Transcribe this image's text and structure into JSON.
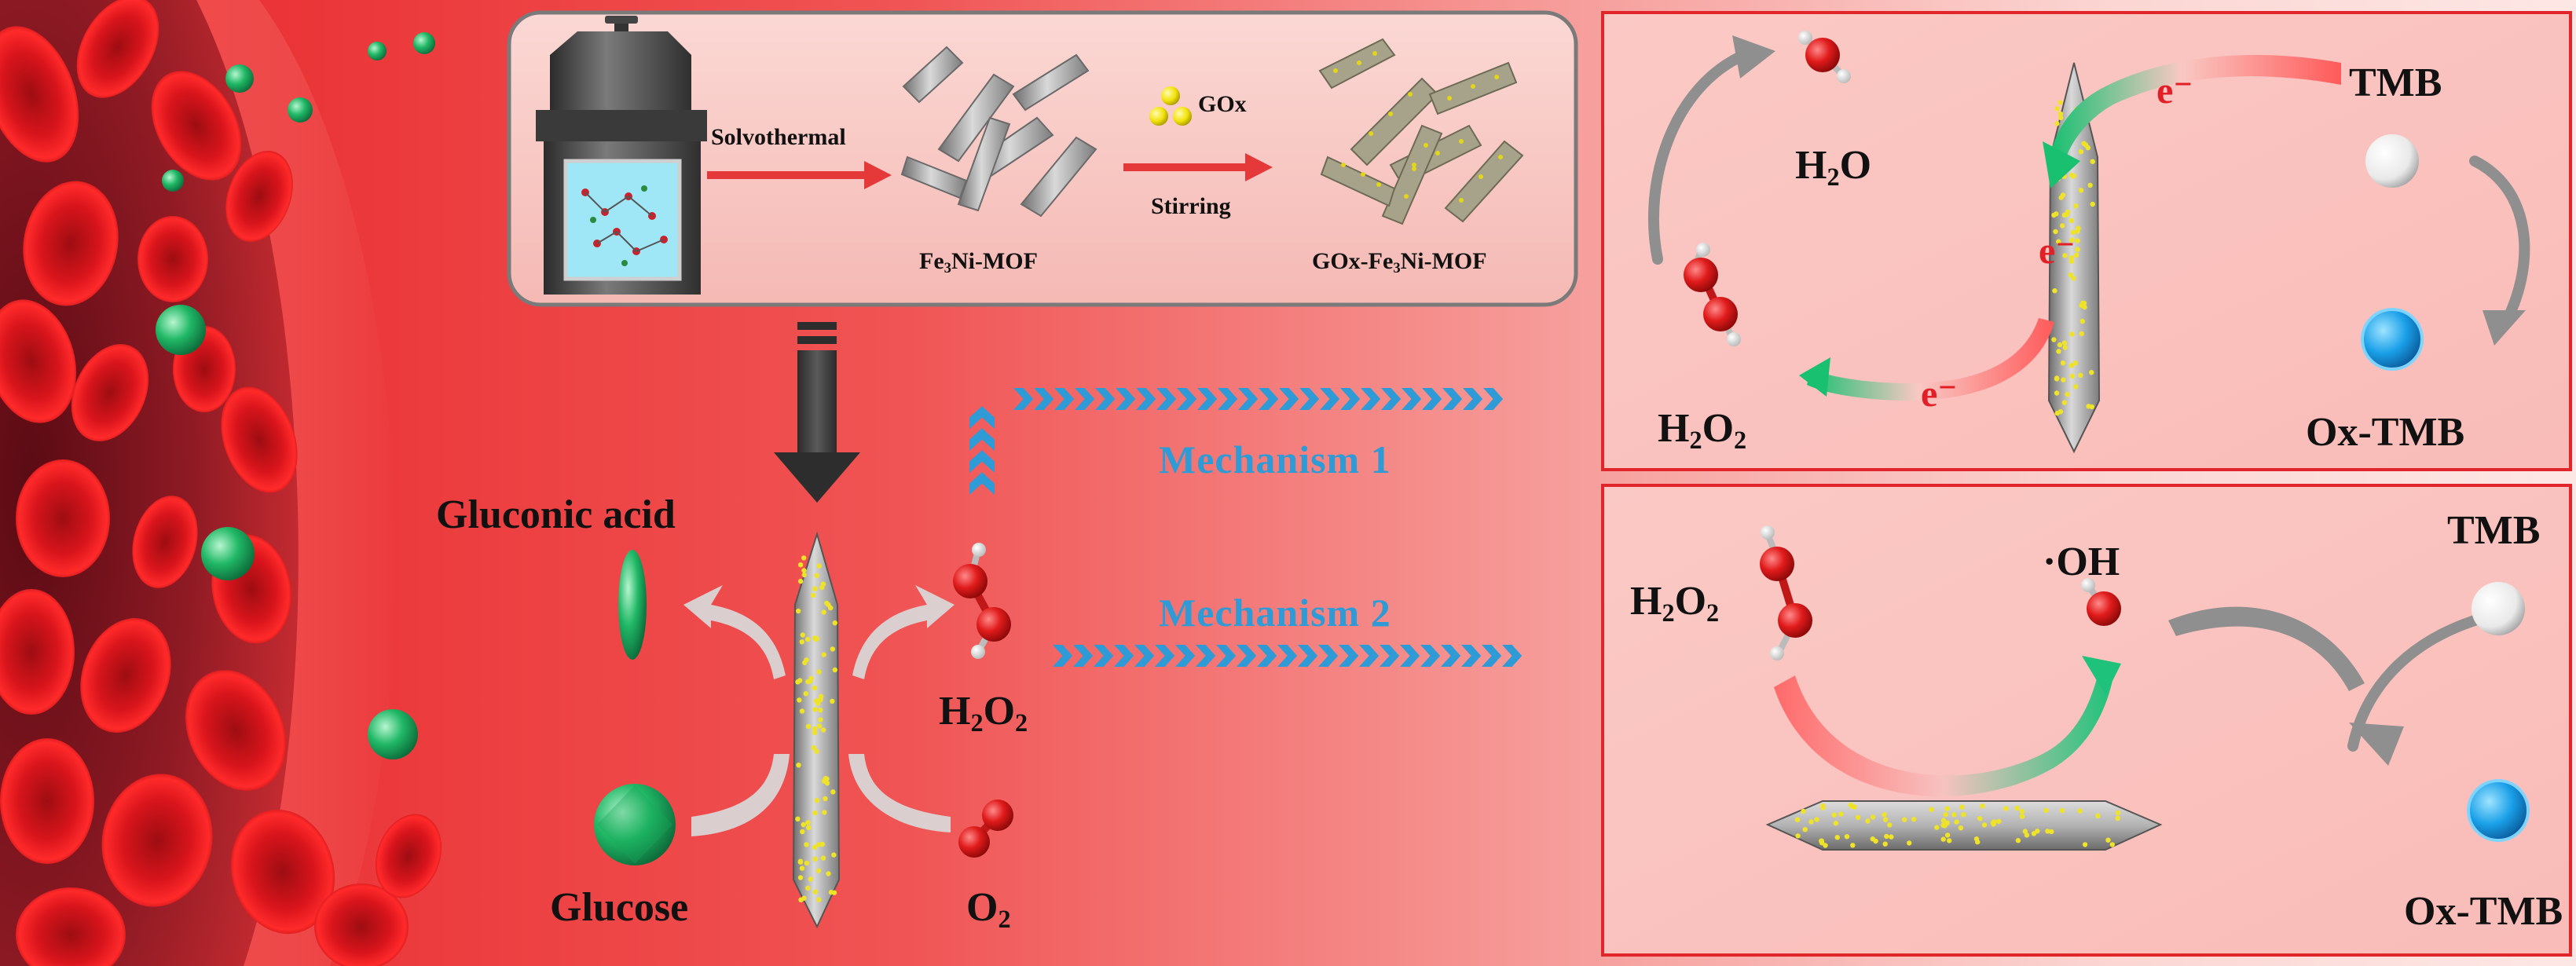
{
  "synthesis": {
    "step1_label": "Solvothermal",
    "product1": "Fe3Ni-MOF",
    "reagent": "GOx",
    "step2_label": "Stirring",
    "product2": "GOx-Fe3Ni-MOF"
  },
  "reaction": {
    "gluconic_acid": "Gluconic acid",
    "glucose": "Glucose",
    "h2o2": "H2O2",
    "o2": "O2"
  },
  "mechanisms": {
    "m1_label": "Mechanism 1",
    "m2_label": "Mechanism 2"
  },
  "panel1": {
    "h2o": "H2O",
    "h2o2": "H2O2",
    "tmb": "TMB",
    "ox_tmb": "Ox-TMB",
    "electron": "e⁻"
  },
  "panel2": {
    "h2o2": "H2O2",
    "oh_radical": "·OH",
    "tmb": "TMB",
    "ox_tmb": "Ox-TMB"
  },
  "colors": {
    "background_red": "#f26a6a",
    "panel_border": "#e0262b",
    "mechanism_blue": "#2e9bd6",
    "electron_red": "#e21f26",
    "glucose_green": "#1fb86a",
    "ox_tmb_blue": "#1aa0e8"
  }
}
